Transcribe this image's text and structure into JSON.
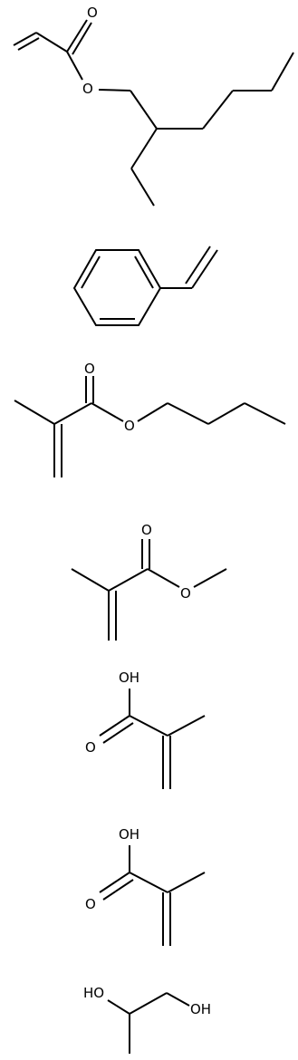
{
  "molecules": [
    {
      "name": "2-ethylhexyl-acrylate",
      "labels": [
        "O",
        "O"
      ]
    },
    {
      "name": "styrene",
      "labels": []
    },
    {
      "name": "butyl-methacrylate",
      "labels": [
        "O",
        "O"
      ]
    },
    {
      "name": "methyl-methacrylate",
      "labels": [
        "O",
        "O"
      ]
    },
    {
      "name": "methacrylic-acid-1",
      "labels": [
        "OH",
        "O"
      ]
    },
    {
      "name": "methacrylic-acid-2",
      "labels": [
        "OH",
        "O"
      ]
    },
    {
      "name": "propylene-glycol",
      "labels": [
        "HO",
        "OH"
      ]
    }
  ]
}
